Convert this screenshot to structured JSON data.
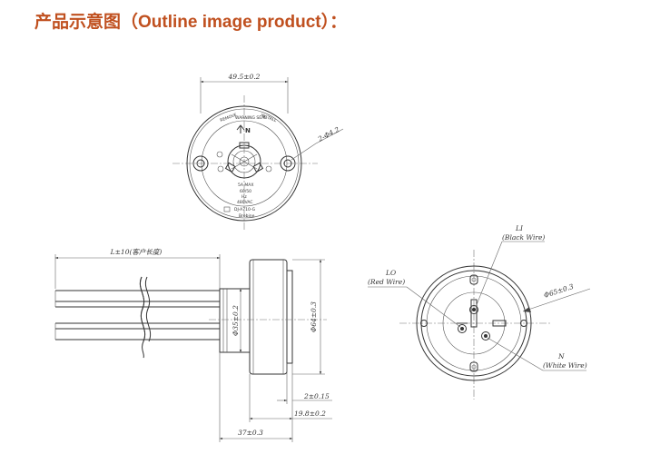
{
  "page": {
    "title": "产品示意图（Outline image product）："
  },
  "top_view": {
    "width_dim": "49.5±0.2",
    "hole_dim": "2-Φ4.2",
    "north_mark": "N",
    "text_top_left": "REMOVE",
    "text_top_right": "INSTALL",
    "text_upper": "WARNING SEAL",
    "text_ratings_1": "5A MAX",
    "text_ratings_2": "60/50",
    "text_ratings_3": "Hz",
    "text_ratings_4": "480VAC",
    "text_model": "DJ-A710-G",
    "text_brand": "Brebine"
  },
  "side_view": {
    "length_dim": "L±10(客户长度)",
    "small_dia_dim": "Φ35±0.2",
    "large_dia_dim": "Φ64±0.3",
    "dim_2": "2±0.15",
    "dim_19": "19.8±0.2",
    "dim_37": "37±0.3"
  },
  "bottom_view": {
    "li_label": "LI",
    "li_wire": "(Black Wire)",
    "lo_label": "LO",
    "lo_wire": "(Red Wire)",
    "n_label": "N",
    "n_wire": "(White Wire)",
    "dia_dim": "Φ65±0.3"
  }
}
